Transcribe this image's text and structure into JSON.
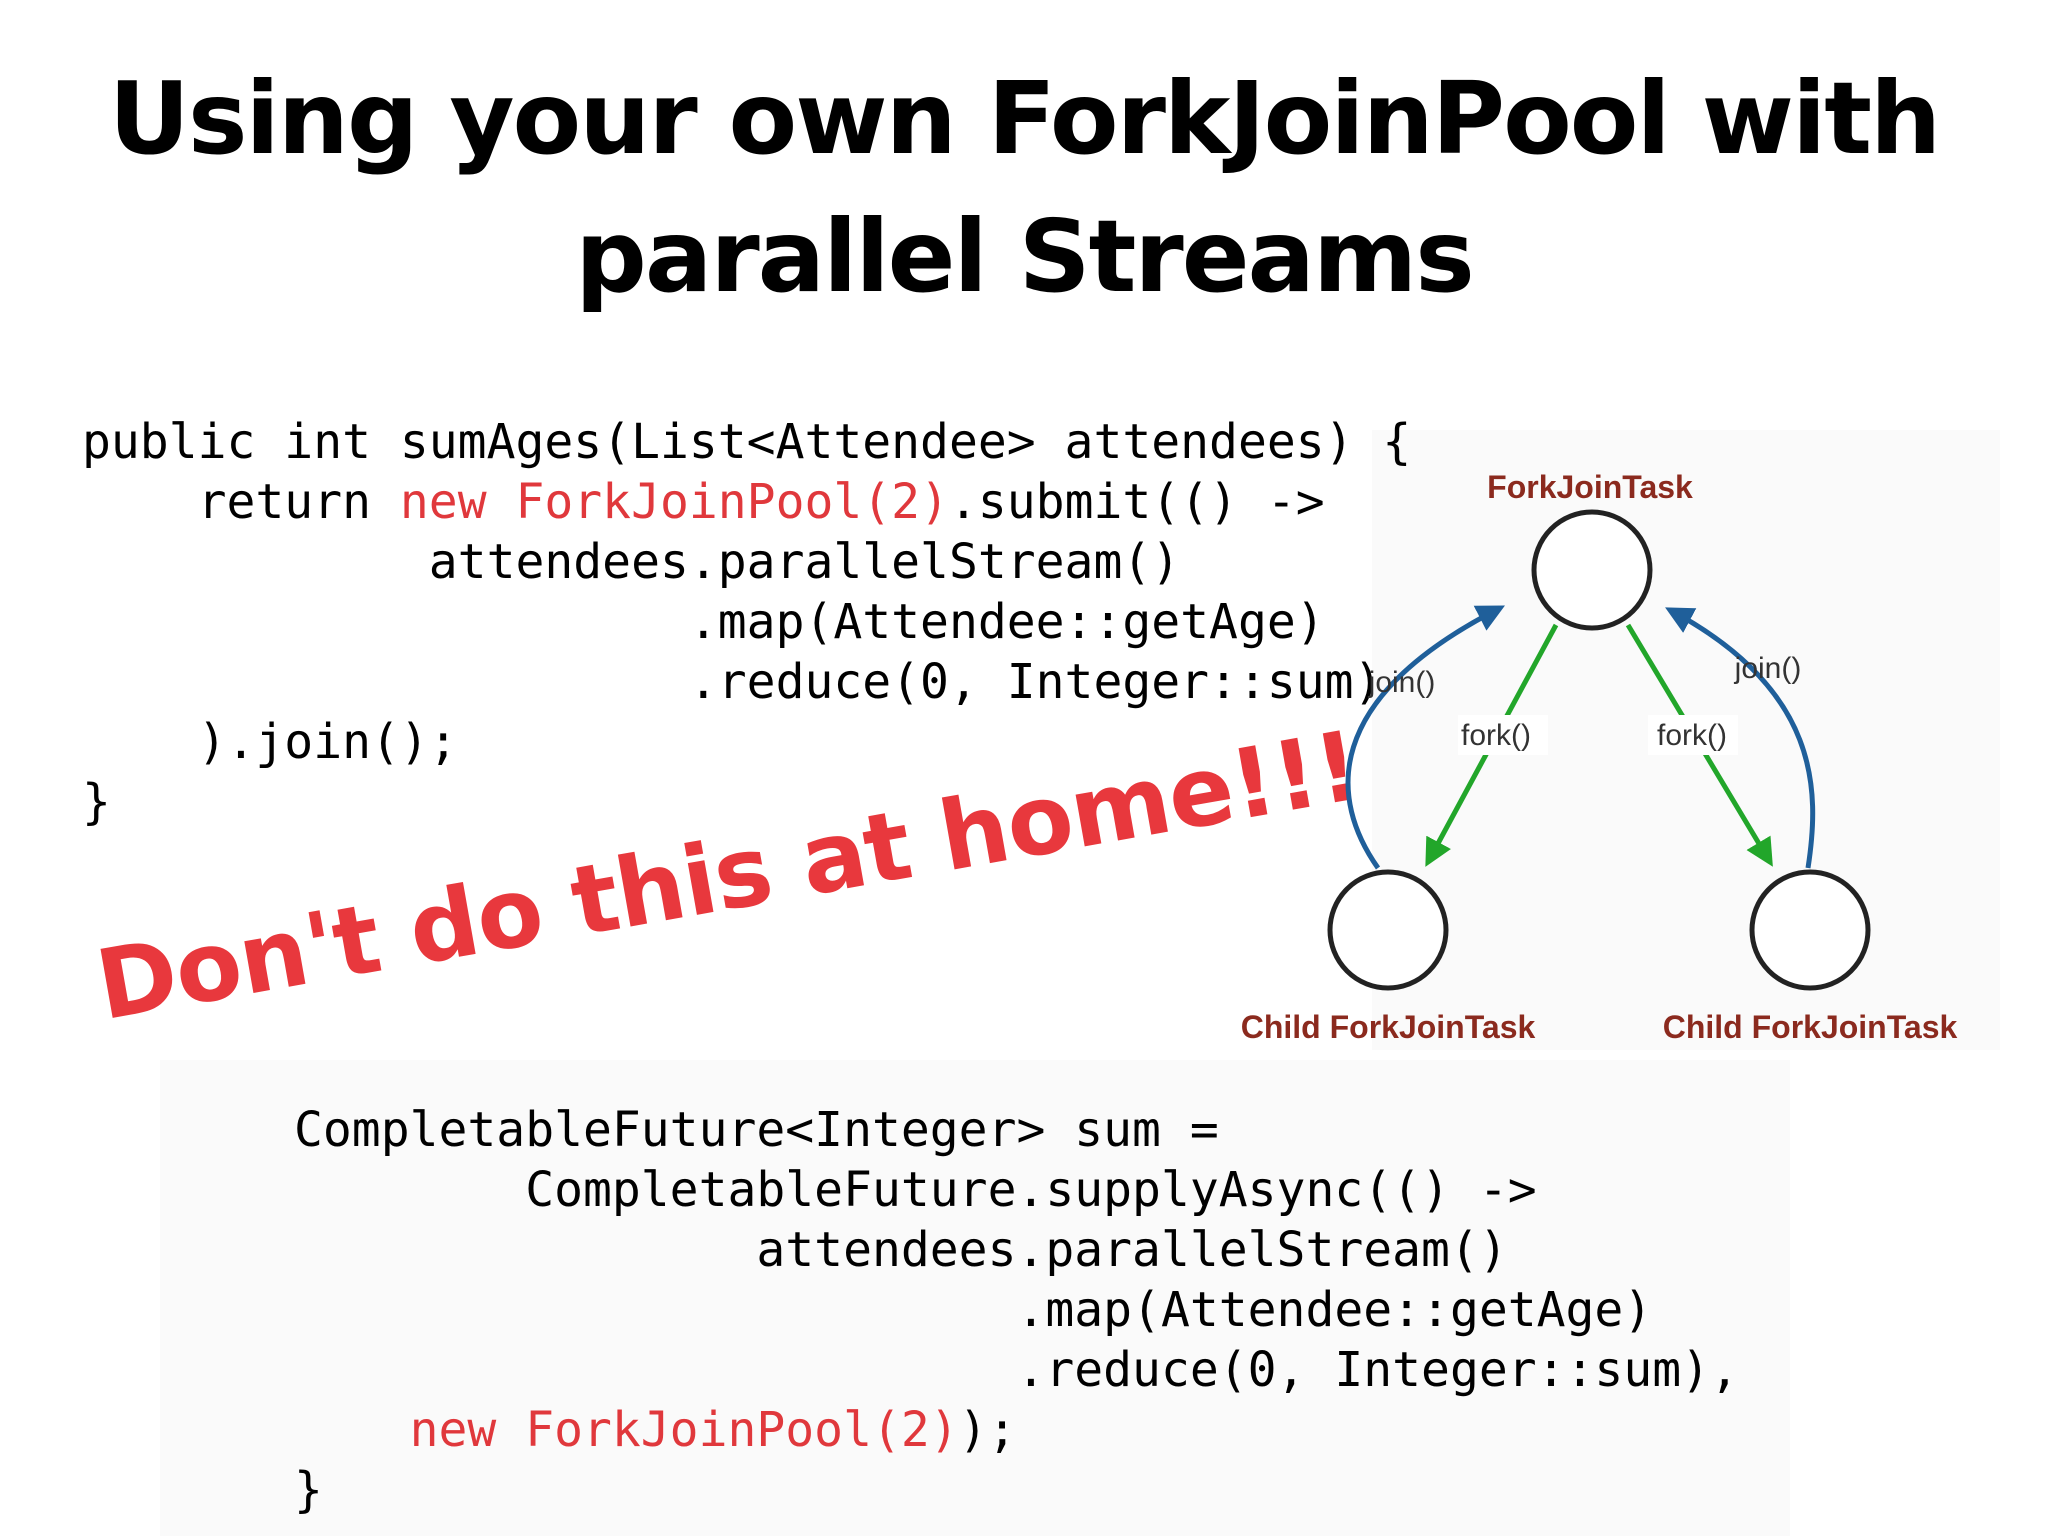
{
  "slide": {
    "title_line1": "Using your own ForkJoinPool with",
    "title_line2": "parallel Streams",
    "warning": "Don't do this at home!!!"
  },
  "code_block_1": {
    "l1": "public int sumAges(List<Attendee> attendees) {",
    "l2_indent": "    return ",
    "l2_kw": "new ForkJoinPool(2)",
    "l2_rest": ".submit(() ->",
    "l3": "            attendees.parallelStream()",
    "l4": "                     .map(Attendee::getAge)",
    "l5": "                     .reduce(0, Integer::sum)",
    "l6": "    ).join();",
    "l7": "}"
  },
  "code_block_2": {
    "l1": "CompletableFuture<Integer> sum =",
    "l2": "        CompletableFuture.supplyAsync(() ->",
    "l3": "                attendees.parallelStream()",
    "l4": "                         .map(Attendee::getAge)",
    "l5": "                         .reduce(0, Integer::sum),",
    "l6_indent": "    ",
    "l6_kw": "new ForkJoinPool(2)",
    "l6_rest": ");",
    "l7": "}"
  },
  "diagram": {
    "parent_label": "ForkJoinTask",
    "child_left_label": "Child ForkJoinTask",
    "child_right_label": "Child ForkJoinTask",
    "fork_left": "fork()",
    "fork_right": "fork()",
    "join_left": "join()",
    "join_right": "join()",
    "colors": {
      "node_label": "#8b2a1e",
      "fork_arrow": "#22a62a",
      "join_arrow": "#1f5f9a",
      "edge_label": "#333333"
    }
  }
}
